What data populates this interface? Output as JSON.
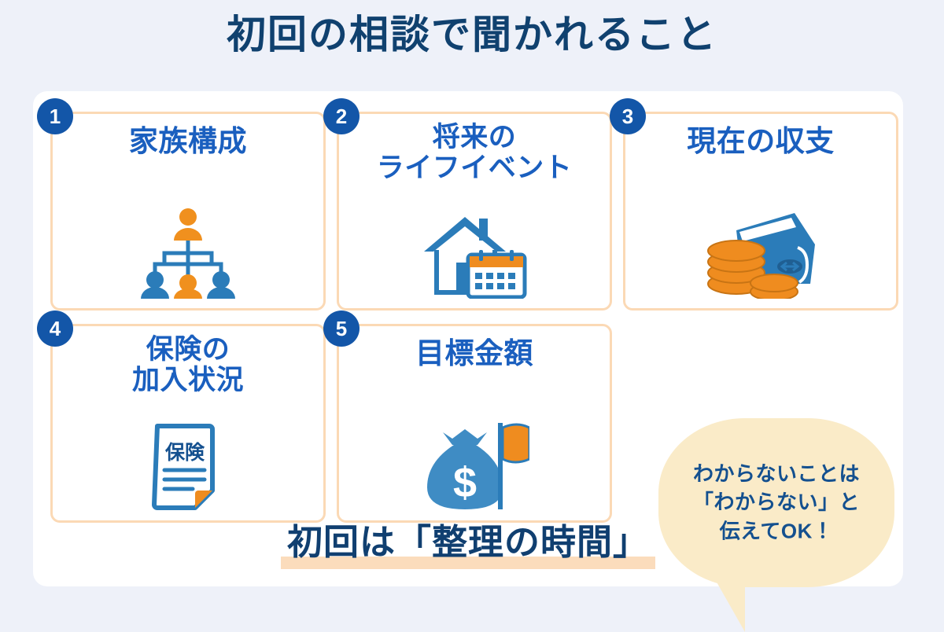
{
  "page": {
    "title": "初回の相談で聞かれること",
    "background_color": "#eef1f9",
    "panel_color": "#ffffff"
  },
  "colors": {
    "title_navy": "#10416f",
    "card_title_blue": "#1a5fbf",
    "badge_blue": "#1356a8",
    "card_border_peach": "#fbd9b5",
    "bubble_cream": "#faebc8",
    "bubble_text_blue": "#14508f",
    "banner_navy": "#103f70",
    "banner_highlight": "#fbdcbc",
    "icon_blue": "#2b7cb9",
    "icon_orange": "#f0901e"
  },
  "cards": [
    {
      "number": "1",
      "title": "家族構成",
      "icon": "family-tree-icon"
    },
    {
      "number": "2",
      "title": "将来の\nライフイベント",
      "icon": "house-calendar-icon"
    },
    {
      "number": "3",
      "title": "現在の収支",
      "icon": "wallet-coins-icon"
    },
    {
      "number": "4",
      "title": "保険の\n加入状況",
      "icon": "insurance-document-icon",
      "icon_label": "保険"
    },
    {
      "number": "5",
      "title": "目標金額",
      "icon": "money-bag-flag-icon"
    }
  ],
  "bubble": {
    "text": "わからないことは\n「わからない」と\n伝えてOK！"
  },
  "banner": {
    "text": "初回は「整理の時間」"
  }
}
